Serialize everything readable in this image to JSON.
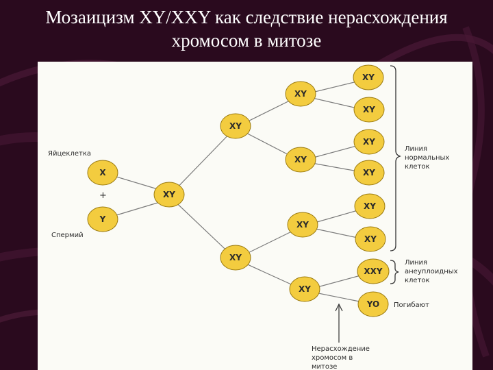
{
  "title": {
    "line1": "Мозаицизм XY/XXY как следствие нерасхождения",
    "line2": "хромосом в митозе"
  },
  "colors": {
    "background": "#2a0a1e",
    "panel": "#fbfbf6",
    "node_fill": "#f3cc3f",
    "node_stroke": "#9a7a10",
    "line": "#7a7a7a",
    "title_text": "#ffffff"
  },
  "nodes": {
    "egg": "X",
    "sperm": "Y",
    "zygote": "XY",
    "gen2_top": "XY",
    "gen2_bottom": "XY",
    "gen3_1": "XY",
    "gen3_2": "XY",
    "gen3_3": "XY",
    "gen3_4": "XY",
    "gen4_1": "XY",
    "gen4_2": "XY",
    "gen4_3": "XY",
    "gen4_4": "XY",
    "gen4_5": "XY",
    "gen4_6": "XY",
    "gen4_7": "XXY",
    "gen4_8": "YO"
  },
  "labels": {
    "egg": "Яйцеклетка",
    "plus": "+",
    "sperm": "Спермий",
    "normal_line": [
      "Линия",
      "нормальных",
      "клеток"
    ],
    "aneuploid_line": [
      "Линия",
      "анеуплоидных",
      "клеток"
    ],
    "perish": "Погибают",
    "nondisjunction": [
      "Нерасхождение",
      "хромосом в",
      "митозе"
    ]
  }
}
